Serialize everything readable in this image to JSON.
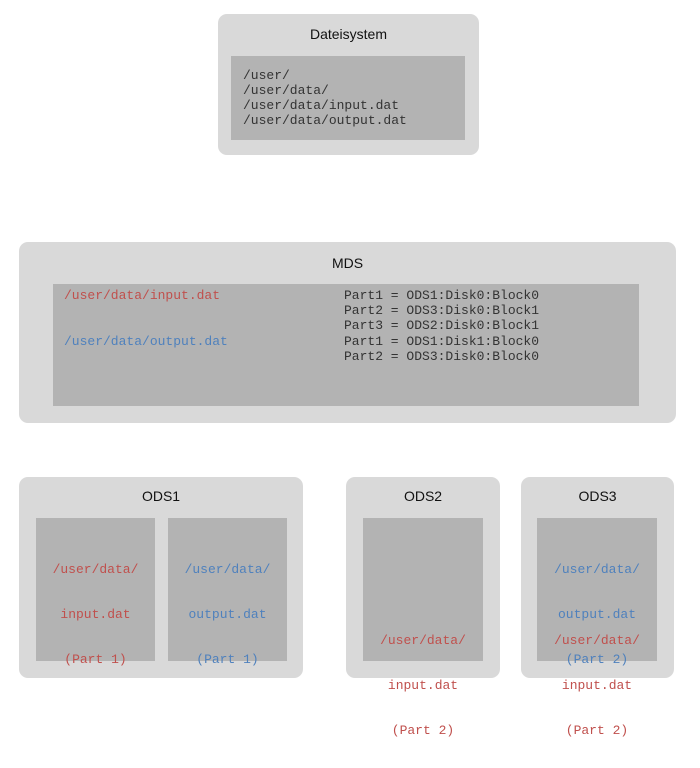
{
  "colors": {
    "panel": "#d9d9d9",
    "inner": "#b3b3b3",
    "input_file": "#c0504d",
    "output_file": "#4f81bd",
    "text": "#333333"
  },
  "dateisystem": {
    "title": "Dateisystem",
    "paths": [
      "/user/",
      "/user/data/",
      "/user/data/input.dat",
      "/user/data/output.dat"
    ]
  },
  "mds": {
    "title": "MDS",
    "files": [
      {
        "name": "/user/data/input.dat",
        "parts": [
          "Part1 = ODS1:Disk0:Block0",
          "Part2 = ODS3:Disk0:Block1",
          "Part3 = ODS2:Disk0:Block1"
        ]
      },
      {
        "name": "/user/data/output.dat",
        "parts": [
          "Part1 = ODS1:Disk1:Block0",
          "Part2 = ODS3:Disk0:Block0"
        ]
      }
    ]
  },
  "ods1": {
    "title": "ODS1",
    "disk0": {
      "path": "/user/data/",
      "file": "input.dat",
      "part": "(Part 1)"
    },
    "disk1": {
      "path": "/user/data/",
      "file": "output.dat",
      "part": "(Part 1)"
    }
  },
  "ods2": {
    "title": "ODS2",
    "disk0": {
      "path": "/user/data/",
      "file": "input.dat",
      "part": "(Part 2)"
    }
  },
  "ods3": {
    "title": "ODS3",
    "disk0_block0": {
      "path": "/user/data/",
      "file": "output.dat",
      "part": "(Part 2)"
    },
    "disk0_block1": {
      "path": "/user/data/",
      "file": "input.dat",
      "part": "(Part 2)"
    }
  }
}
